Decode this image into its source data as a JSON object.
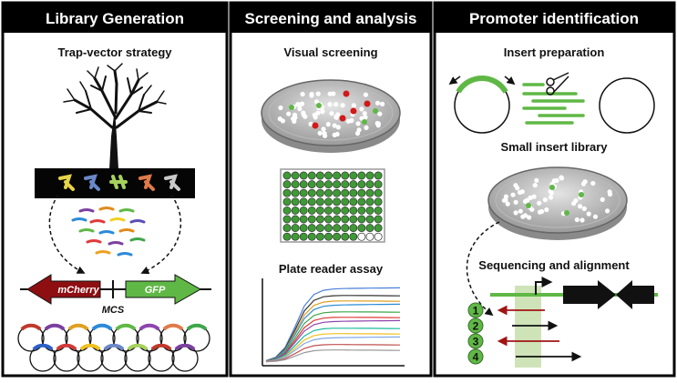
{
  "panels": [
    {
      "header": "Library Generation",
      "subtitle": "Trap-vector strategy",
      "vector_labels": {
        "left_gene": "mCherry",
        "site": "MCS",
        "right_gene": "GFP"
      }
    },
    {
      "header": "Screening and analysis",
      "subtitle_top": "Visual screening",
      "subtitle_bottom": "Plate reader assay"
    },
    {
      "header": "Promoter identification",
      "subtitle_top": "Insert preparation",
      "subtitle_mid": "Small insert library",
      "subtitle_bottom": "Sequencing and alignment",
      "read_numbers": [
        "1",
        "2",
        "3",
        "4"
      ]
    }
  ],
  "colors": {
    "header_bg": "#000000",
    "green": "#5fb845",
    "well_green": "#3e9a35",
    "red_arrow": "#a01414",
    "red_colony": "#d11a1a",
    "highlight": "#cfe3b8"
  }
}
